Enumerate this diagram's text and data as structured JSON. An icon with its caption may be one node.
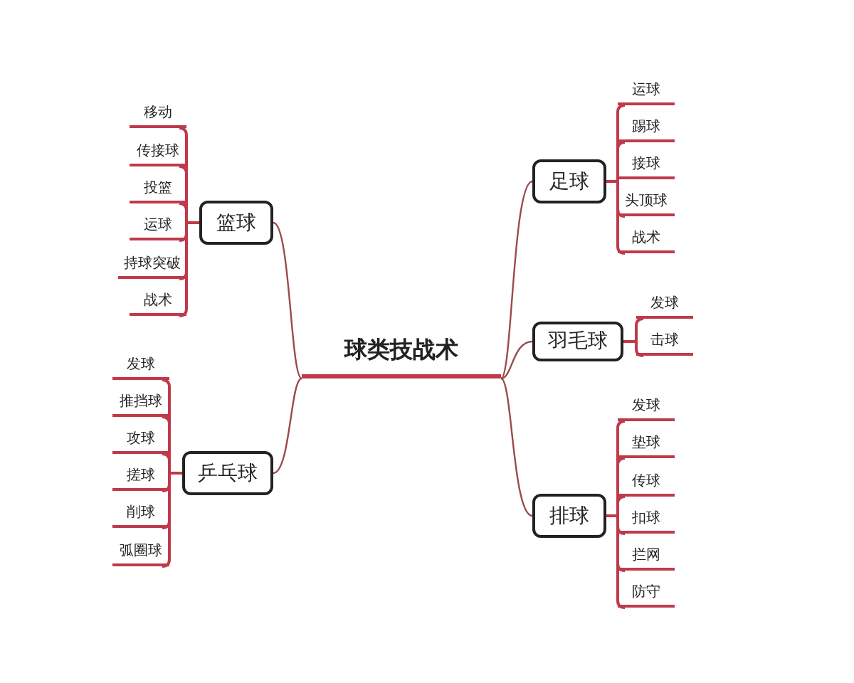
{
  "diagram": {
    "nodes": [
      {
        "text": [
          "球类技战术"
        ]
      },
      {
        "text": [
          "篮球"
        ]
      },
      {
        "text": [
          "移动"
        ]
      },
      {
        "text": [
          "传接球"
        ]
      },
      {
        "text": [
          "投篮"
        ]
      },
      {
        "text": [
          "运球"
        ]
      },
      {
        "text": [
          "持球突破"
        ]
      },
      {
        "text": [
          "战术"
        ]
      },
      {
        "text": [
          "乒乓球"
        ]
      },
      {
        "text": [
          "发球"
        ]
      },
      {
        "text": [
          "推挡球"
        ]
      },
      {
        "text": [
          "攻球"
        ]
      },
      {
        "text": [
          "搓球"
        ]
      },
      {
        "text": [
          "削球"
        ]
      },
      {
        "text": [
          "弧圈球"
        ]
      },
      {
        "text": [
          "足球"
        ]
      },
      {
        "text": [
          "运球"
        ]
      },
      {
        "text": [
          "踢球"
        ]
      },
      {
        "text": [
          "接球"
        ]
      },
      {
        "text": [
          "头顶球"
        ]
      },
      {
        "text": [
          "战术"
        ]
      },
      {
        "text": [
          "羽毛球"
        ]
      },
      {
        "text": [
          "发球"
        ]
      },
      {
        "text": [
          "击球"
        ]
      },
      {
        "text": [
          "排球"
        ]
      },
      {
        "text": [
          "发球"
        ]
      },
      {
        "text": [
          "垫球"
        ]
      },
      {
        "text": [
          "传球"
        ]
      },
      {
        "text": [
          "扣球"
        ]
      },
      {
        "text": [
          "拦网"
        ]
      },
      {
        "text": [
          "防守"
        ]
      }
    ],
    "edges": [
      {
        "from": 0,
        "to": 1,
        "arrow": "none",
        "color": "#9b4a4a"
      },
      {
        "from": 0,
        "to": 8,
        "arrow": "none",
        "color": "#9b4a4a"
      },
      {
        "from": 0,
        "to": 15,
        "arrow": "none",
        "color": "#9b4a4a"
      },
      {
        "from": 0,
        "to": 21,
        "arrow": "none",
        "color": "#9b4a4a"
      },
      {
        "from": 0,
        "to": 24,
        "arrow": "none",
        "color": "#9b4a4a"
      },
      {
        "from": 1,
        "to": 2,
        "arrow": "none"
      },
      {
        "from": 1,
        "to": 3,
        "arrow": "none"
      },
      {
        "from": 1,
        "to": 4,
        "arrow": "none"
      },
      {
        "from": 1,
        "to": 5,
        "arrow": "none"
      },
      {
        "from": 1,
        "to": 6,
        "arrow": "none"
      },
      {
        "from": 1,
        "to": 7,
        "arrow": "none"
      },
      {
        "from": 8,
        "to": 9,
        "arrow": "none"
      },
      {
        "from": 8,
        "to": 10,
        "arrow": "none"
      },
      {
        "from": 8,
        "to": 11,
        "arrow": "none"
      },
      {
        "from": 8,
        "to": 12,
        "arrow": "none"
      },
      {
        "from": 8,
        "to": 13,
        "arrow": "none"
      },
      {
        "from": 8,
        "to": 14,
        "arrow": "none"
      },
      {
        "from": 15,
        "to": 16,
        "arrow": "none"
      },
      {
        "from": 15,
        "to": 17,
        "arrow": "none"
      },
      {
        "from": 15,
        "to": 18,
        "arrow": "none"
      },
      {
        "from": 15,
        "to": 19,
        "arrow": "none"
      },
      {
        "from": 15,
        "to": 20,
        "arrow": "none"
      },
      {
        "from": 21,
        "to": 22,
        "arrow": "none"
      },
      {
        "from": 21,
        "to": 23,
        "arrow": "none"
      },
      {
        "from": 24,
        "to": 25,
        "arrow": "none"
      },
      {
        "from": 24,
        "to": 26,
        "arrow": "none"
      },
      {
        "from": 24,
        "to": 27,
        "arrow": "none"
      },
      {
        "from": 24,
        "to": 28,
        "arrow": "none"
      },
      {
        "from": 24,
        "to": 29,
        "arrow": "none"
      },
      {
        "from": 24,
        "to": 30,
        "arrow": "none"
      }
    ]
  }
}
